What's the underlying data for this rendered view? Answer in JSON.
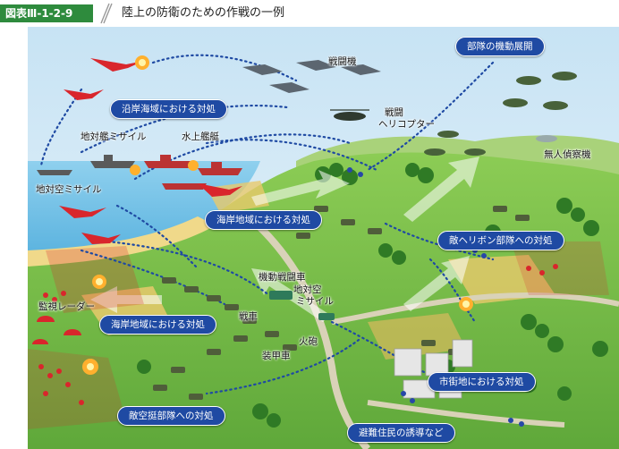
{
  "header": {
    "figure_number": "図表Ⅲ-1-2-9",
    "title": "陸上の防衛のための作戦の一例"
  },
  "callouts": {
    "coastal_sea": "沿岸海域における対処",
    "deployment": "部隊の機動展開",
    "coastal_area_top": "海岸地域における対処",
    "coastal_area_left": "海岸地域における対処",
    "enemy_heli": "敵ヘリボン部隊への対処",
    "urban": "市街地における対処",
    "airborne": "敵空挺部隊への対処",
    "evacuation": "避難住民の誘導など"
  },
  "labels": {
    "anti_ship_missile": "地対艦ミサイル",
    "surface_ship": "水上艦艇",
    "fighter": "戦闘機",
    "combat_heli_line1": "戦闘",
    "combat_heli_line2": "ヘリコプター",
    "uav": "無人偵察機",
    "sam_coast": "地対空ミサイル",
    "mcv": "機動戦闘車",
    "sam_land_line1": "地対空",
    "sam_land_line2": "ミサイル",
    "radar": "監視レーダー",
    "tank": "戦車",
    "apc": "装甲車",
    "artillery": "火砲"
  },
  "colors": {
    "figure_badge": "#2e8b3d",
    "callout": "#1f4aa3",
    "sea": "#7fc4e8",
    "sky": "#d9ecf7",
    "land": "#7cbf4a",
    "enemy": "#d9262c",
    "dotted_route": "#1f4aa3"
  }
}
